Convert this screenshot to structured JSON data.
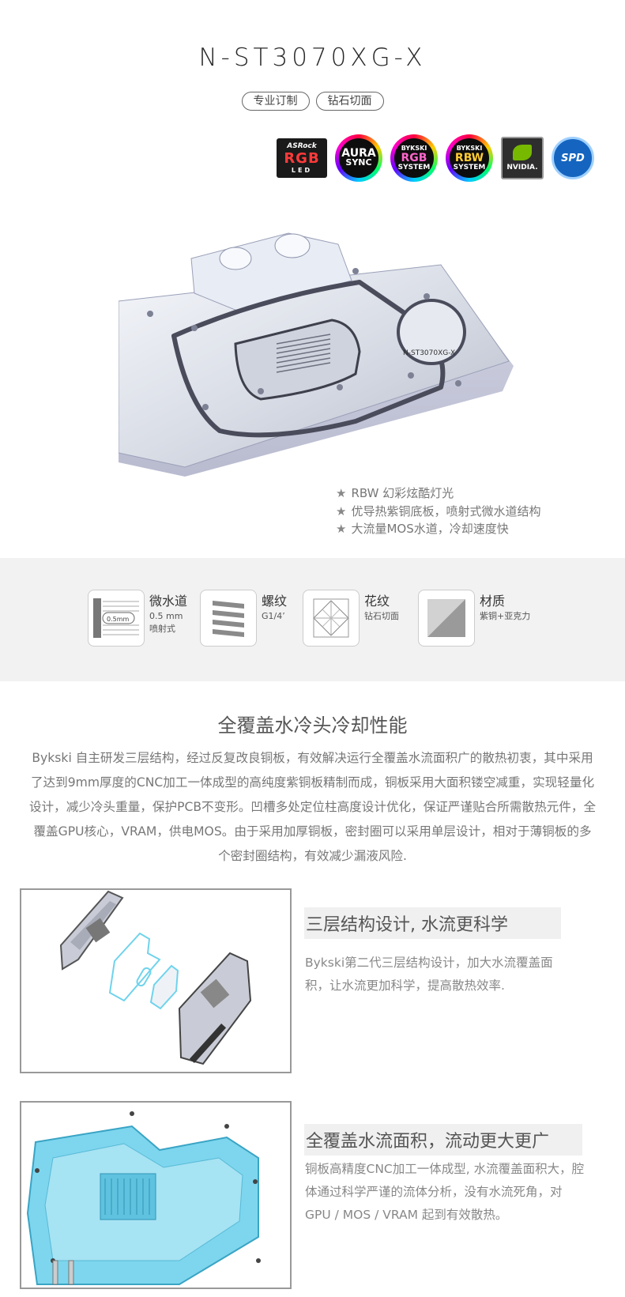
{
  "header": {
    "model": "N-ST3070XG-X",
    "tags": [
      "专业订制",
      "钻石切面"
    ]
  },
  "badges": {
    "asrock": {
      "brand": "ASRock",
      "rgb": "RGB",
      "led": "LED"
    },
    "aura": {
      "top": "AURA",
      "bottom": "SYNC"
    },
    "bykski_rgb": {
      "brand": "BYKSKI",
      "mid": "RGB",
      "bottom": "SYSTEM"
    },
    "bykski_rbw": {
      "brand": "BYKSKI",
      "mid": "RBW",
      "bottom": "SYSTEM"
    },
    "nvidia": {
      "label": "NVIDIA."
    },
    "spd": {
      "label": "SPD"
    }
  },
  "product": {
    "engraving": "N-ST3070XG-X"
  },
  "features": [
    "RBW 幻彩炫酷灯光",
    "优导热紫铜底板，喷射式微水道结构",
    "大流量MOS水道，冷却速度快"
  ],
  "specs": [
    {
      "icon": "microchannel-icon",
      "icon_text": "0.5mm",
      "title": "微水道",
      "lines": [
        "0.5 mm",
        "喷射式"
      ]
    },
    {
      "icon": "thread-icon",
      "title": "螺纹",
      "lines": [
        "G1/4’"
      ]
    },
    {
      "icon": "diamond-pattern-icon",
      "title": "花纹",
      "lines": [
        "钻石切面"
      ]
    },
    {
      "icon": "material-icon",
      "title": "材质",
      "lines": [
        "紫铜+亚克力"
      ]
    }
  ],
  "section": {
    "title": "全覆盖水冷头冷却性能",
    "paragraph": "Bykski 自主研发三层结构，经过反复改良铜板，有效解决运行全覆盖水流面积广的散热初衷，其中采用了达到9mm厚度的CNC加工一体成型的高纯度紫铜板精制而成，铜板采用大面积镂空减重，实现轻量化设计，减少冷头重量，保护PCB不变形。凹槽多处定位柱高度设计优化，保证严谨贴合所需散热元件，全覆盖GPU核心，VRAM，供电MOS。由于采用加厚铜板，密封圈可以采用单层设计，相对于薄铜板的多个密封圈结构，有效减少漏液风险."
  },
  "block1": {
    "heading": "三层结构设计, 水流更科学",
    "body": "Bykski第二代三层结构设计，加大水流覆盖面积，让水流更加科学，提高散热效率."
  },
  "block2": {
    "heading": "全覆盖水流面积，流动更大更广",
    "body": "铜板高精度CNC加工一体成型, 水流覆盖面积大，腔体通过科学严谨的流体分析，没有水流死角，对GPU / MOS / VRAM 起到有效散热。"
  },
  "colors": {
    "accent_blue": "#6fd3ec",
    "band_gray": "#f2f2f2",
    "text_gray": "#777777"
  }
}
